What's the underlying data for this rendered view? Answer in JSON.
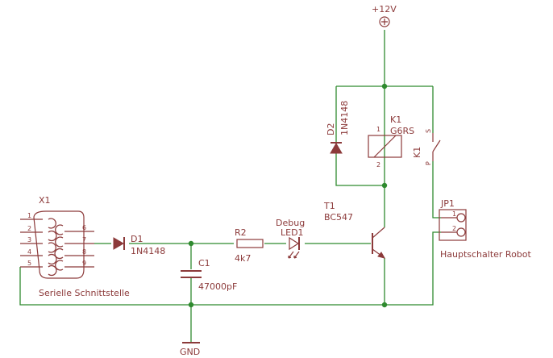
{
  "labels": {
    "supply": "+12V",
    "gnd": "GND",
    "x1_name": "X1",
    "x1_value": "Serielle Schnittstelle",
    "d1_name": "D1",
    "d1_value": "1N4148",
    "r2_name": "R2",
    "r2_value": "4k7",
    "c1_name": "C1",
    "c1_value": "47000pF",
    "led_name_a": "Debug",
    "led_name_b": "LED1",
    "t1_name": "T1",
    "t1_value": "BC547",
    "d2_name": "D2",
    "d2_value": "1N4148",
    "k1_name": "K1",
    "k1_value": "G6RS",
    "k1_switch_name": "K1",
    "jp1_name": "JP1",
    "jp1_value": "Hauptschalter Robot"
  },
  "pins": {
    "x1_left": [
      "1",
      "2",
      "3",
      "4",
      "5"
    ],
    "x1_right": [
      "6",
      "7",
      "8",
      "9"
    ],
    "jp1": [
      "1",
      "2"
    ],
    "k1_coil_top": "1",
    "k1_coil_bottom": "2",
    "k1_switch_s": "S",
    "k1_switch_p": "P"
  },
  "colors": {
    "wire": "#2f8a2f",
    "part": "#8c3a3a",
    "background": "#ffffff"
  }
}
